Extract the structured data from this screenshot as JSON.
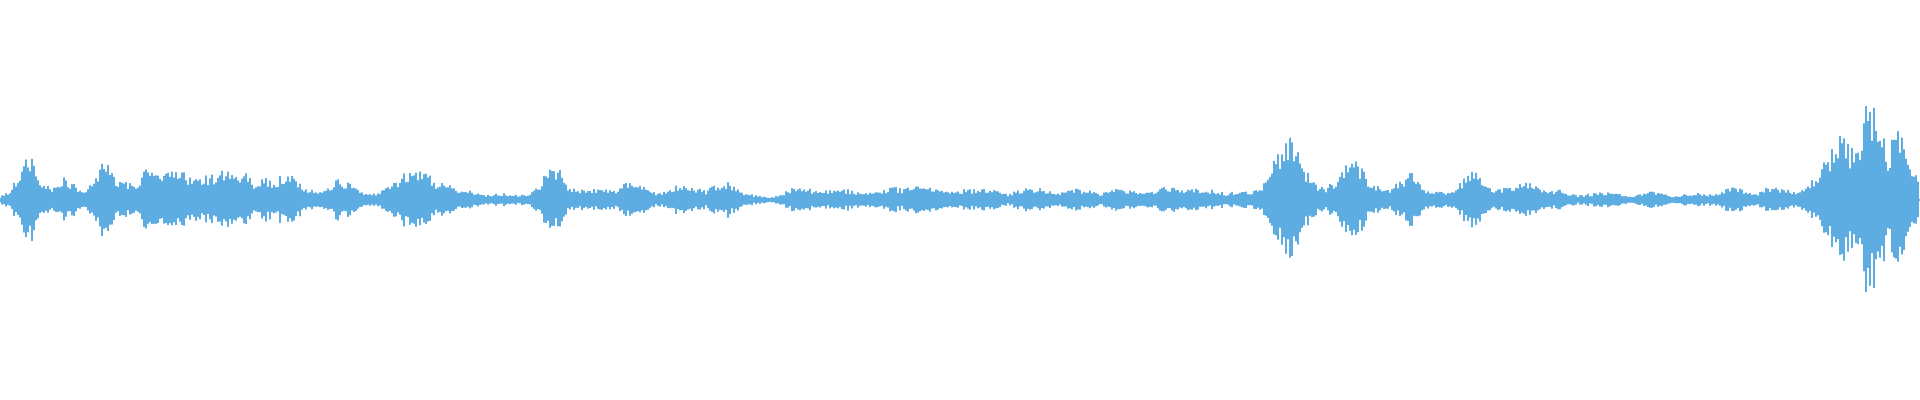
{
  "waveform": {
    "color": "#5DADE2",
    "background": "#FFFFFF",
    "center_line": "middle",
    "amplitude_profile": [
      0.06,
      0.11,
      0.29,
      0.52,
      0.26,
      0.13,
      0.21,
      0.17,
      0.18,
      0.22,
      0.47,
      0.18,
      0.22,
      0.29,
      0.46,
      0.22,
      0.27,
      0.3,
      0.33,
      0.34,
      0.31,
      0.32,
      0.22,
      0.28,
      0.18,
      0.24,
      0.28,
      0.48,
      0.23,
      0.12,
      0.08,
      0.15,
      0.2,
      0.18,
      0.1,
      0.09,
      0.14,
      0.19,
      0.25,
      0.33,
      0.37,
      0.3,
      0.2,
      0.1,
      0.1,
      0.08,
      0.08,
      0.07,
      0.06,
      0.05,
      0.1,
      0.2,
      0.34,
      0.3,
      0.18,
      0.1,
      0.11,
      0.14,
      0.16,
      0.18,
      0.2,
      0.15,
      0.1,
      0.12,
      0.14,
      0.13,
      0.15,
      0.18,
      0.2,
      0.15,
      0.08,
      0.06,
      0.06,
      0.05,
      0.1,
      0.15,
      0.12,
      0.08,
      0.1,
      0.13,
      0.15,
      0.12,
      0.1,
      0.1,
      0.13,
      0.11,
      0.15,
      0.16,
      0.17,
      0.15,
      0.12,
      0.11,
      0.1,
      0.12,
      0.11,
      0.1,
      0.12,
      0.11,
      0.12,
      0.11,
      0.1,
      0.12,
      0.09,
      0.1,
      0.12,
      0.11,
      0.1,
      0.12,
      0.1,
      0.11,
      0.14,
      0.16,
      0.15,
      0.1,
      0.1,
      0.1,
      0.12,
      0.08,
      0.09,
      0.1,
      0.6,
      0.9,
      0.62,
      0.3,
      0.15,
      0.14,
      0.3,
      0.62,
      0.45,
      0.22,
      0.12,
      0.1,
      0.2,
      0.35,
      0.22,
      0.12,
      0.1,
      0.08,
      0.22,
      0.28,
      0.14,
      0.1,
      0.18,
      0.24,
      0.22,
      0.12,
      0.1,
      0.1,
      0.09,
      0.08,
      0.07,
      0.07,
      0.08,
      0.07,
      0.06,
      0.07,
      0.08,
      0.07,
      0.06,
      0.06,
      0.07,
      0.08,
      0.1,
      0.12,
      0.12,
      0.1,
      0.12,
      0.14,
      0.12,
      0.1,
      0.16,
      0.22,
      0.36,
      0.62,
      0.96,
      0.7,
      1.0,
      0.82,
      0.45,
      0.88,
      0.6,
      0.3
    ]
  }
}
